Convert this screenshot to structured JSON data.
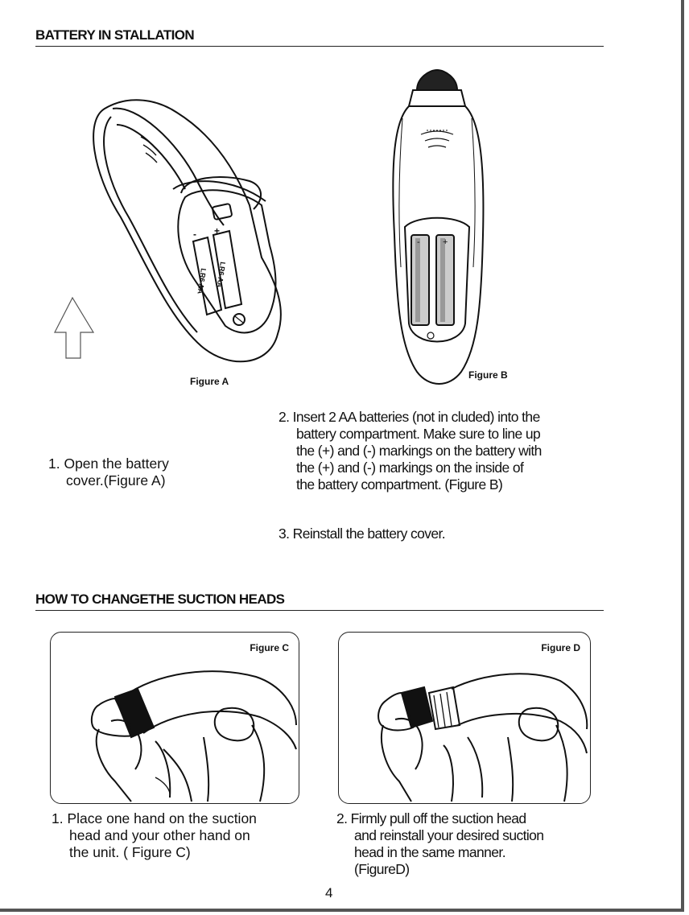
{
  "sections": {
    "battery": {
      "heading": "BATTERY IN STALLATION",
      "figure_a_label": "Figure A",
      "figure_b_label": "Figure B",
      "battery_marking": "LR6 AA",
      "step1": [
        "1. Open the battery",
        "cover.(Figure A)"
      ],
      "step2": [
        "2. Insert 2 AA batteries (not in cluded) into the",
        "battery compartment. Make sure to line up",
        "the (+) and (-) markings on the battery with",
        "the (+) and (-) markings on the inside of",
        "the battery  compartment. (Figure B)"
      ],
      "step3": "3. Reinstall the battery cover."
    },
    "suction": {
      "heading": "HOW TO CHANGETHE SUCTION HEADS",
      "figure_c_label": "Figure C",
      "figure_d_label": "Figure D",
      "step1": [
        "1. Place one hand on the suction",
        "head and your other hand on",
        "the unit. ( Figure C)"
      ],
      "step2": [
        "2. Firmly pull off  the suction head",
        "and  reinstall your desired suction",
        "head  in the same manner.",
        "(FigureD)"
      ]
    }
  },
  "page_number": "4"
}
